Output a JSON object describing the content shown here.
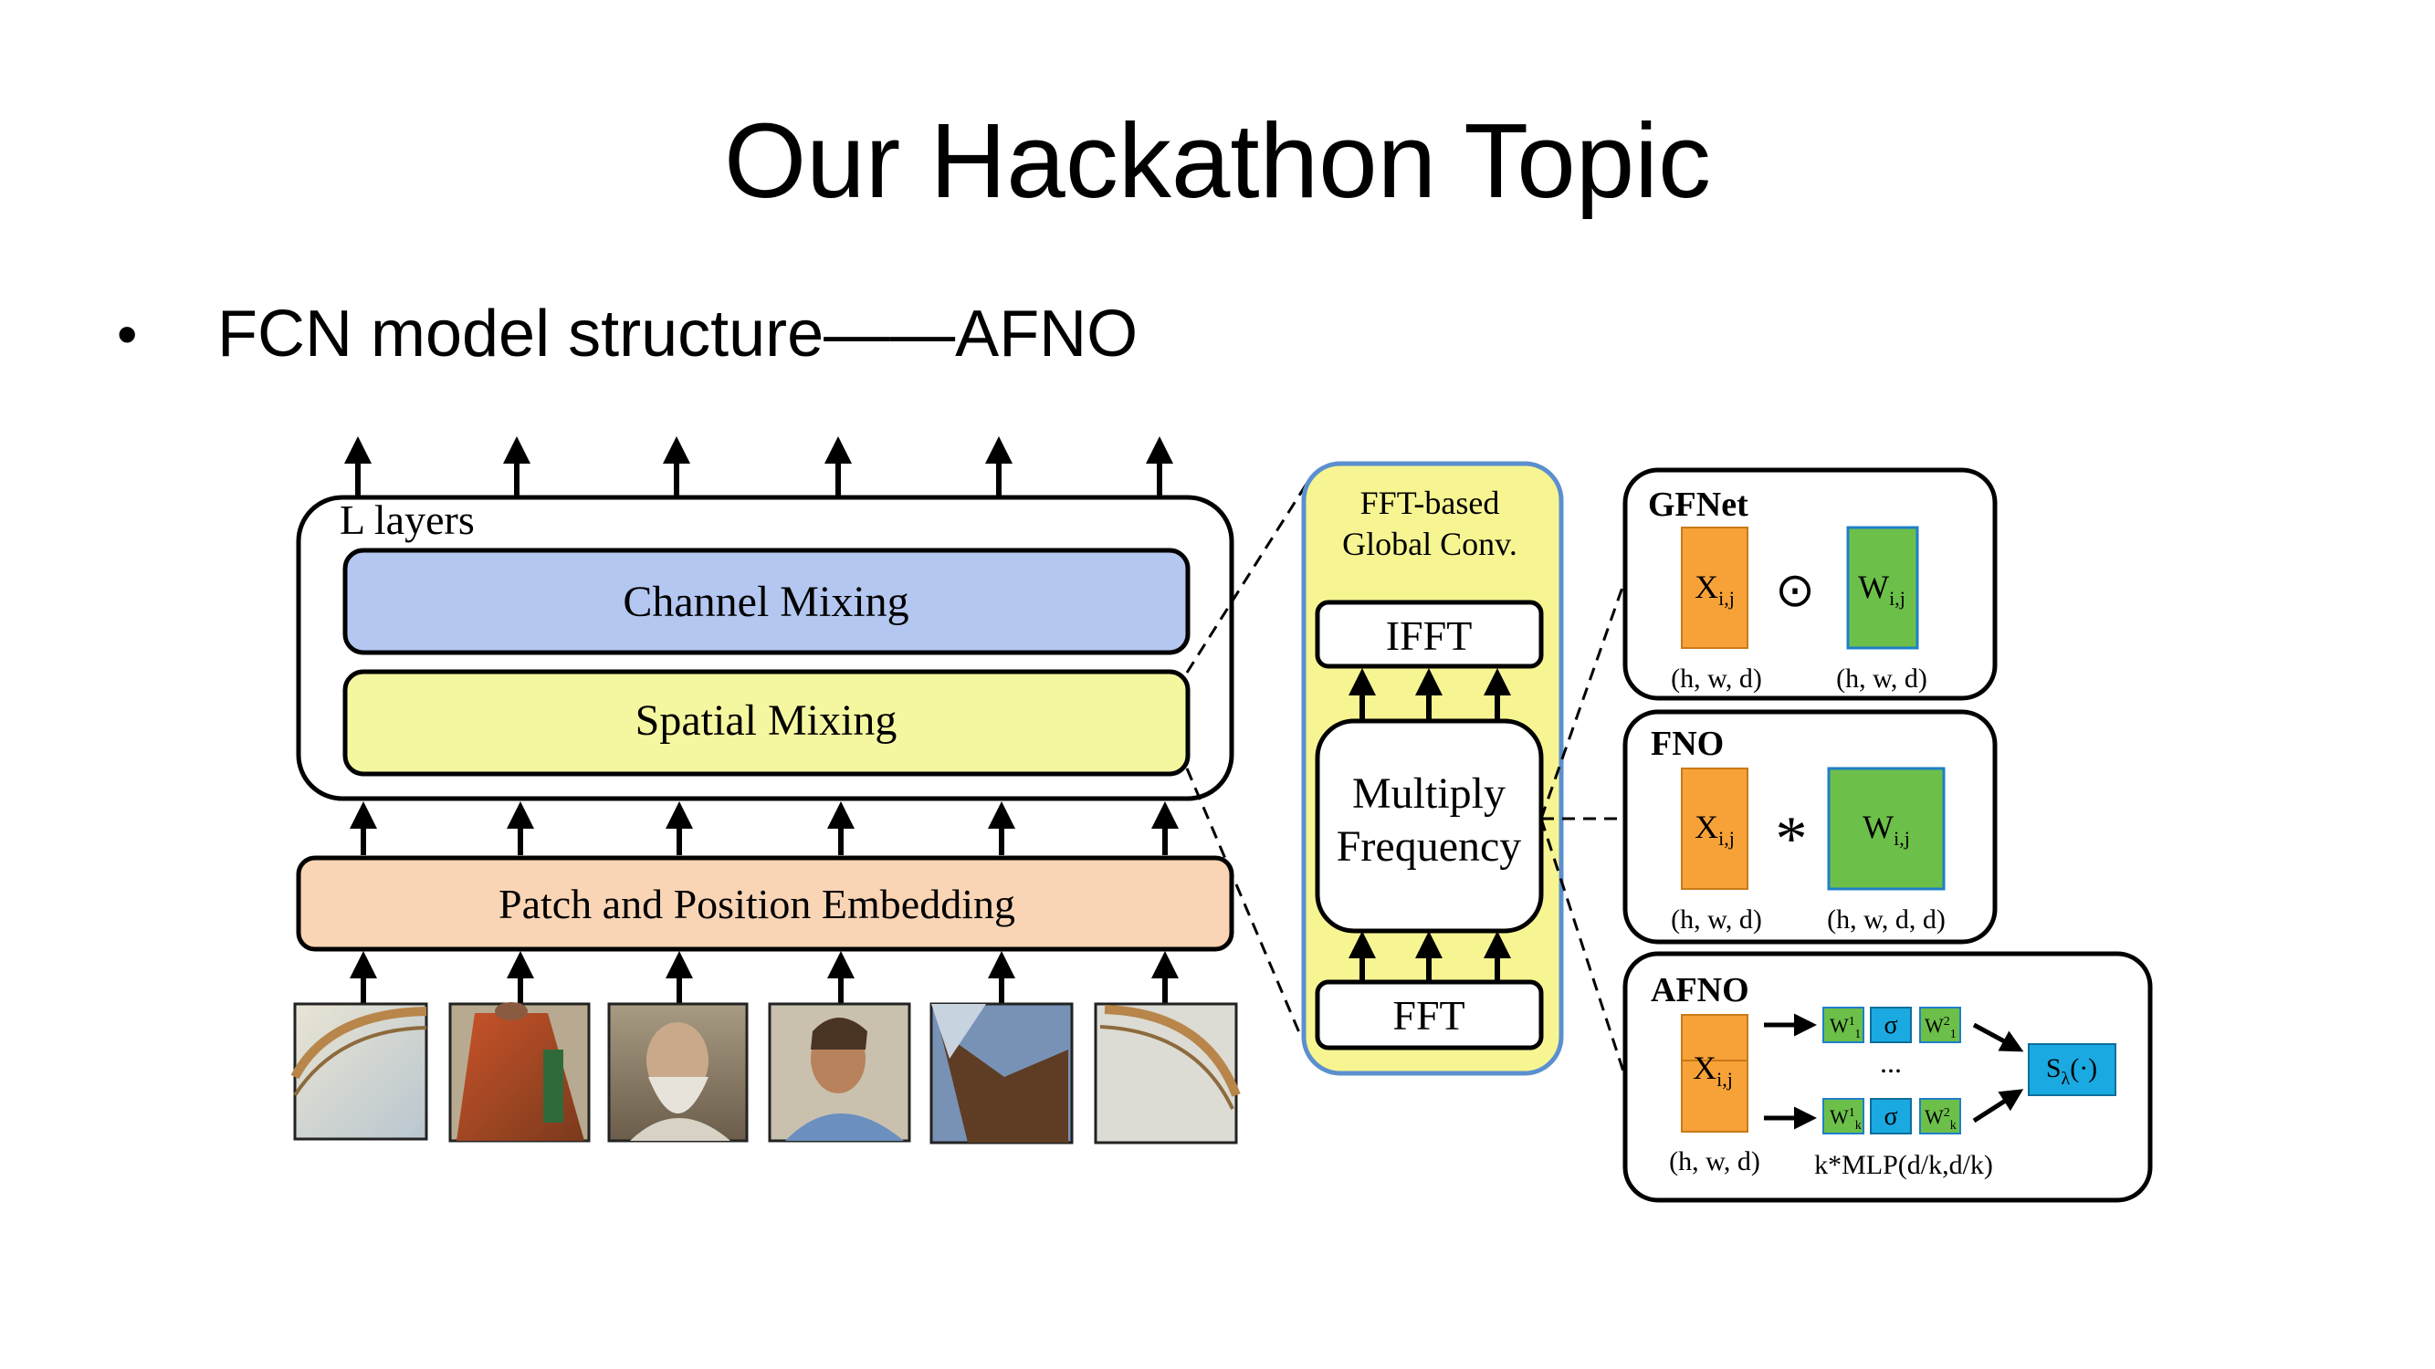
{
  "slide": {
    "title": "Our Hackathon Topic",
    "bullet_symbol": "•",
    "bullet_text": "FCN model structure——AFNO"
  },
  "diagram": {
    "left": {
      "layers_label": "L layers",
      "channel_mixing": "Channel Mixing",
      "spatial_mixing": "Spatial Mixing",
      "patch_embedding": "Patch and Position Embedding"
    },
    "middle": {
      "title_line1": "FFT-based",
      "title_line2": "Global Conv.",
      "ifft": "IFFT",
      "multiply_line1": "Multiply",
      "multiply_line2": "Frequency",
      "fft": "FFT"
    },
    "gfnet": {
      "name": "GFNet",
      "x_label": "X",
      "x_sub": "i,j",
      "op": "⊙",
      "w_label": "W",
      "w_sub": "i,j",
      "x_shape": "(h, w, d)",
      "w_shape": "(h, w, d)"
    },
    "fno": {
      "name": "FNO",
      "x_label": "X",
      "x_sub": "i,j",
      "op": "*",
      "w_label": "W",
      "w_sub": "i,j",
      "x_shape": "(h, w, d)",
      "w_shape": "(h, w, d, d)"
    },
    "afno": {
      "name": "AFNO",
      "x_label": "X",
      "x_sub": "i,j",
      "w1_top": "W",
      "w1_top_sup": "1",
      "w1_top_sub": "1",
      "sigma": "σ",
      "w2_top": "W",
      "w2_top_sup": "2",
      "w2_top_sub": "1",
      "ellipsis": "...",
      "w1_bot": "W",
      "w1_bot_sup": "1",
      "w1_bot_sub": "k",
      "w2_bot": "W",
      "w2_bot_sup": "2",
      "w2_bot_sub": "k",
      "s_label": "S",
      "s_sub": "λ",
      "s_arg": "(·)",
      "x_shape": "(h, w, d)",
      "mlp_shape": "k*MLP(d/k,d/k)"
    },
    "colors": {
      "channel_mixing": "#b4c7f0",
      "spatial_mixing": "#f5f7a0",
      "patch_embedding": "#f9d5b5",
      "fft_panel": "#f7f592",
      "fft_panel_border": "#5b8fcf",
      "x_orange": "#f7a239",
      "w_green": "#6cc04a",
      "sigma_blue": "#1aa9e0"
    }
  }
}
